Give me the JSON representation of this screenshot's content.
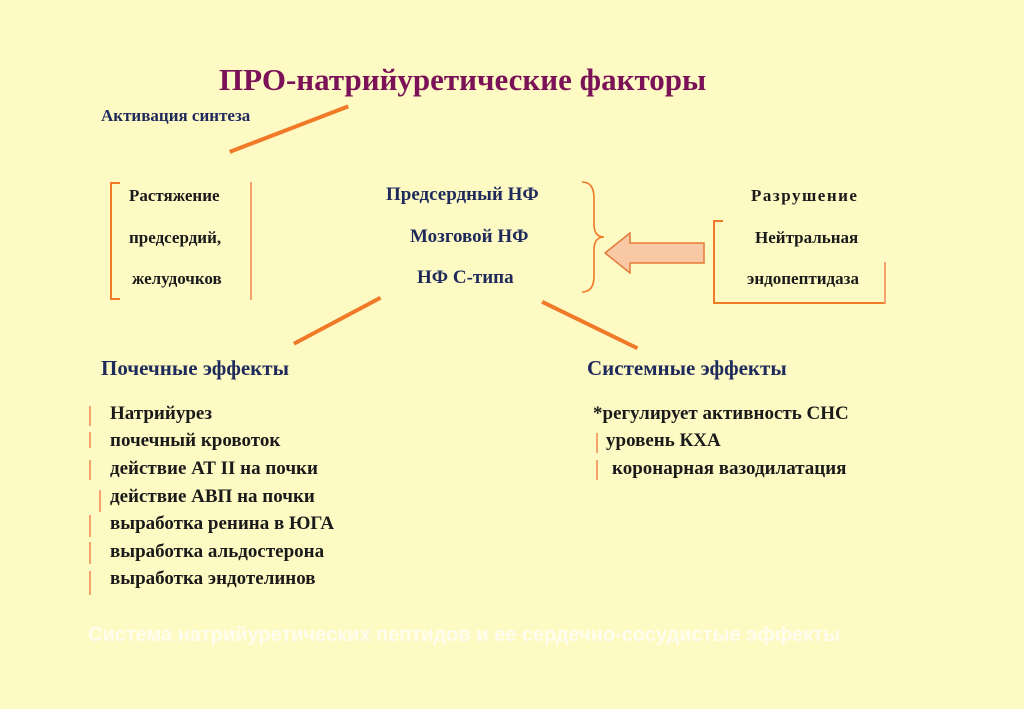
{
  "title": "ПРО-натрийуретические факторы",
  "activation_label": "Активация синтеза",
  "stimuli": [
    "Растяжение",
    "предсердий,",
    "желудочков"
  ],
  "peptides": [
    "Предсердный НФ",
    "Мозговой НФ",
    "НФ С-типа"
  ],
  "degradation": {
    "heading": "Разрушение",
    "lines": [
      "Нейтральная",
      "эндопептидаза"
    ]
  },
  "renal": {
    "heading": "Почечные эффекты",
    "items": [
      "Натрийурез",
      "почечный кровоток",
      "действие АТ II на почки",
      "действие АВП на почки",
      "выработка ренина в ЮГА",
      "выработка альдостерона",
      "выработка эндотелинов"
    ]
  },
  "systemic": {
    "heading": "Системные эффекты",
    "items": [
      "*регулирует активность СНС",
      "уровень КХА",
      "коронарная вазодилатация"
    ]
  },
  "caption": "Система натрийуретических пептидов и ее сердечно-сосудистые эффекты",
  "colors": {
    "background": "#fdfac3",
    "accent": "#f07a28",
    "title": "#7b1258",
    "arrow_fill": "#f9c9a6"
  }
}
